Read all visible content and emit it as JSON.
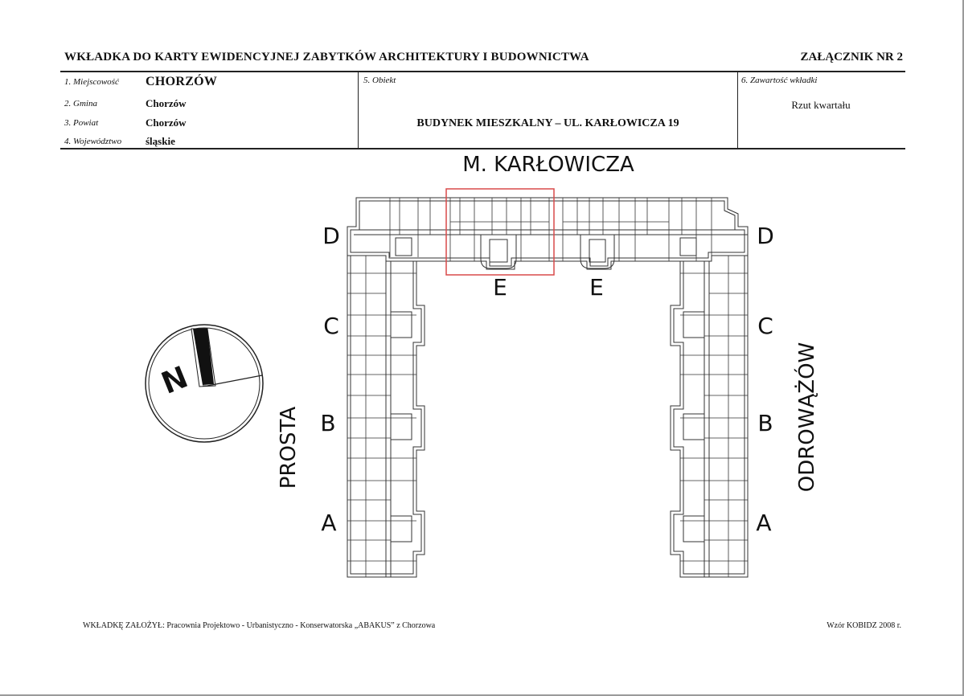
{
  "header": {
    "title": "WKŁADKA DO KARTY EWIDENCYJNEJ ZABYTKÓW ARCHITEKTURY I BUDOWNICTWA",
    "annex": "ZAŁĄCZNIK NR 2",
    "fields": [
      {
        "label": "1. Miejscowość",
        "value": "CHORZÓW"
      },
      {
        "label": "2. Gmina",
        "value": "Chorzów"
      },
      {
        "label": "3. Powiat",
        "value": "Chorzów"
      },
      {
        "label": "4. Województwo",
        "value": "śląskie"
      }
    ],
    "object": {
      "label": "5. Obiekt",
      "value": "BUDYNEK MIESZKALNY – UL. KARŁOWICZA 19"
    },
    "content": {
      "label": "6. Zawartość wkładki",
      "value": "Rzut kwartału"
    }
  },
  "plan": {
    "street_top": "M. KARŁOWICZA",
    "street_left": "PROSTA",
    "street_right": "ODROWĄŻÓW",
    "north": "N",
    "section_labels": {
      "d": "D",
      "c": "C",
      "b": "B",
      "a": "A",
      "e": "E"
    },
    "highlight_color": "#d94a4a"
  },
  "footer": {
    "left_key": "WKŁADKĘ ZAŁOŻYŁ:",
    "left_value": "Pracownia Projektowo - Urbanistyczno - Konserwatorska „ABAKUS” z Chorzowa",
    "right": "Wzór KOBIDZ 2008 r."
  }
}
